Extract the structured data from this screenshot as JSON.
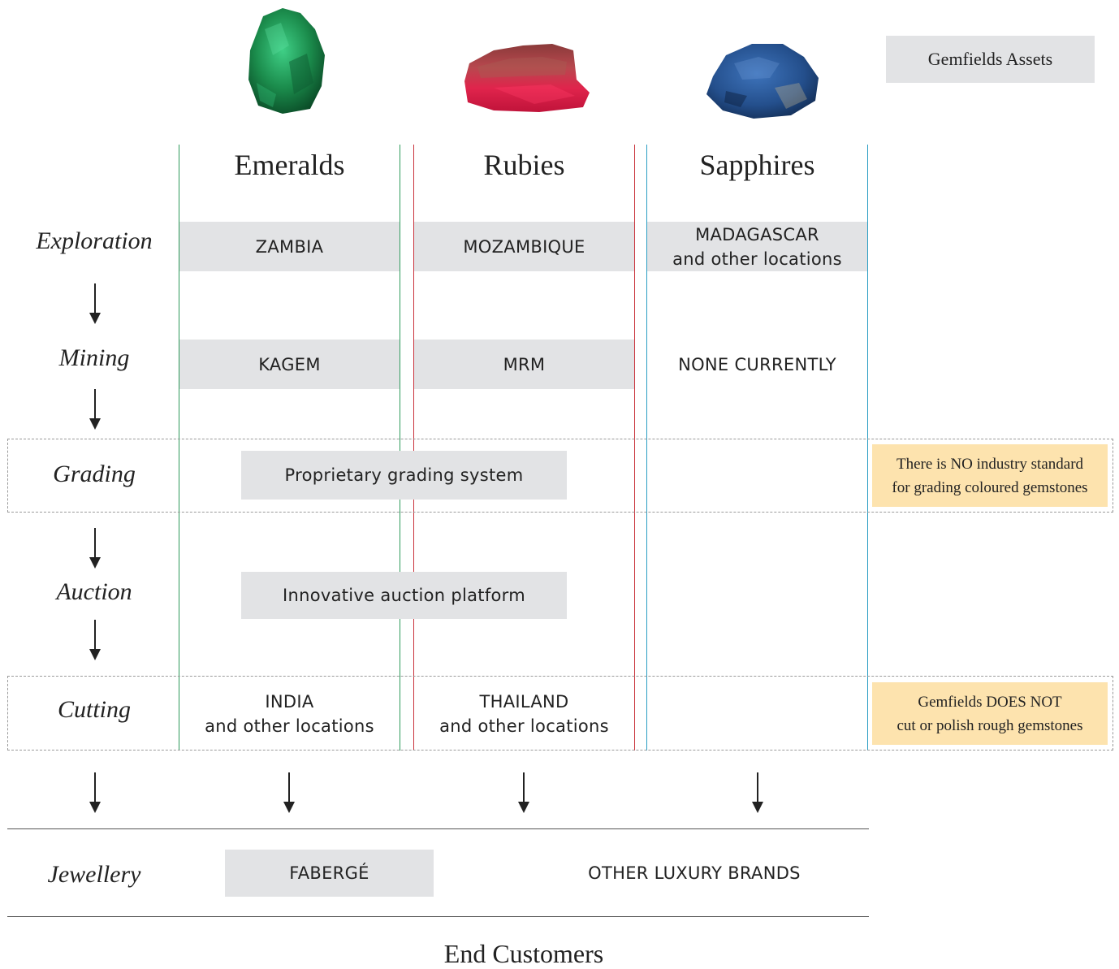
{
  "legend": {
    "label": "Gemfields Assets"
  },
  "columns": [
    {
      "name": "Emeralds",
      "color": "#2e9a5b",
      "gem_color": "#1f8a4a"
    },
    {
      "name": "Rubies",
      "color": "#c9343d",
      "gem_color": "#d21f45"
    },
    {
      "name": "Sapphires",
      "color": "#2a9ec4",
      "gem_color": "#2a5c9e"
    }
  ],
  "stages": {
    "exploration": "Exploration",
    "mining": "Mining",
    "grading": "Grading",
    "auction": "Auction",
    "cutting": "Cutting",
    "jewellery": "Jewellery"
  },
  "exploration": {
    "emeralds": "ZAMBIA",
    "rubies": "MOZAMBIQUE",
    "sapphires_line1": "MADAGASCAR",
    "sapphires_line2": "and other locations"
  },
  "mining": {
    "emeralds": "KAGEM",
    "rubies": "MRM",
    "sapphires": "NONE CURRENTLY"
  },
  "grading": {
    "label": "Proprietary grading system",
    "note_line1": "There is NO industry standard",
    "note_line2": "for grading coloured gemstones"
  },
  "auction": {
    "label": "Innovative auction platform"
  },
  "cutting": {
    "emeralds_line1": "INDIA",
    "emeralds_line2": "and other locations",
    "rubies_line1": "THAILAND",
    "rubies_line2": "and other locations",
    "note_line1": "Gemfields DOES NOT",
    "note_line2": "cut or polish rough gemstones"
  },
  "jewellery": {
    "faberge": "FABERGÉ",
    "other": "OTHER LUXURY BRANDS"
  },
  "footer": {
    "label": "End Customers"
  },
  "colors": {
    "asset_fill": "#e2e3e5",
    "note_fill": "#fde3ae"
  }
}
